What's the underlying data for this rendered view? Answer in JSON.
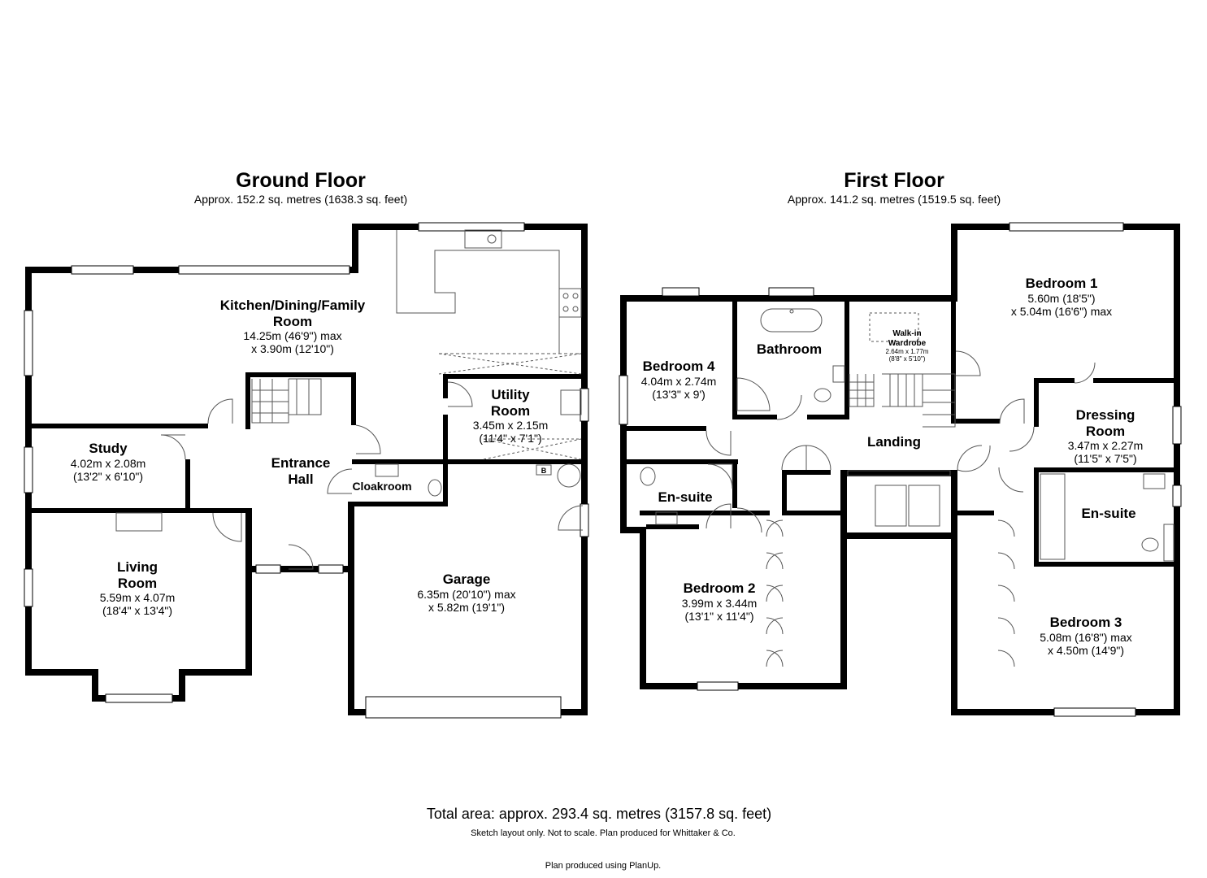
{
  "floors": {
    "ground": {
      "title": "Ground Floor",
      "area": "Approx. 152.2 sq. metres (1638.3 sq. feet)",
      "rooms": {
        "kitchen": {
          "name_1": "Kitchen/Dining/Family",
          "name_2": "Room",
          "dim_1": "14.25m (46'9\") max",
          "dim_2": "x 3.90m (12'10\")"
        },
        "study": {
          "name": "Study",
          "dim_1": "4.02m x 2.08m",
          "dim_2": "(13'2\" x 6'10\")"
        },
        "entrance_hall": {
          "name_1": "Entrance",
          "name_2": "Hall"
        },
        "utility": {
          "name_1": "Utility",
          "name_2": "Room",
          "dim_1": "3.45m x 2.15m",
          "dim_2": "(11'4\" x 7'1\")"
        },
        "cloakroom": {
          "name": "Cloakroom"
        },
        "living": {
          "name_1": "Living",
          "name_2": "Room",
          "dim_1": "5.59m x 4.07m",
          "dim_2": "(18'4\" x 13'4\")"
        },
        "garage": {
          "name": "Garage",
          "dim_1": "6.35m (20'10\") max",
          "dim_2": "x 5.82m (19'1\")"
        }
      },
      "boiler_marker": "B"
    },
    "first": {
      "title": "First Floor",
      "area": "Approx. 141.2 sq. metres (1519.5 sq. feet)",
      "rooms": {
        "bedroom1": {
          "name": "Bedroom 1",
          "dim_1": "5.60m (18'5\")",
          "dim_2": "x 5.04m (16'6\") max"
        },
        "bedroom4": {
          "name": "Bedroom 4",
          "dim_1": "4.04m x 2.74m",
          "dim_2": "(13'3\" x 9')"
        },
        "bathroom": {
          "name": "Bathroom"
        },
        "wardrobe": {
          "name_1": "Walk-in",
          "name_2": "Wardrobe",
          "dim_1": "2.64m x 1.77m",
          "dim_2": "(8'8\" x 5'10\")"
        },
        "dressing": {
          "name_1": "Dressing",
          "name_2": "Room",
          "dim_1": "3.47m x 2.27m",
          "dim_2": "(11'5\" x 7'5\")"
        },
        "landing": {
          "name": "Landing"
        },
        "ensuite_left": {
          "name": "En-suite"
        },
        "ensuite_right": {
          "name": "En-suite"
        },
        "bedroom2": {
          "name": "Bedroom 2",
          "dim_1": "3.99m x 3.44m",
          "dim_2": "(13'1\" x 11'4\")"
        },
        "bedroom3": {
          "name": "Bedroom 3",
          "dim_1": "5.08m (16'8\") max",
          "dim_2": "x 4.50m (14'9\")"
        }
      }
    }
  },
  "footer": {
    "total": "Total area: approx. 293.4 sq. metres (3157.8 sq. feet)",
    "note": "Sketch layout only. Not to scale. Plan produced for Whittaker & Co.",
    "credit": "Plan produced using PlanUp."
  },
  "colors": {
    "wall": "#000000",
    "background": "#ffffff",
    "fixture_line": "#555555"
  }
}
